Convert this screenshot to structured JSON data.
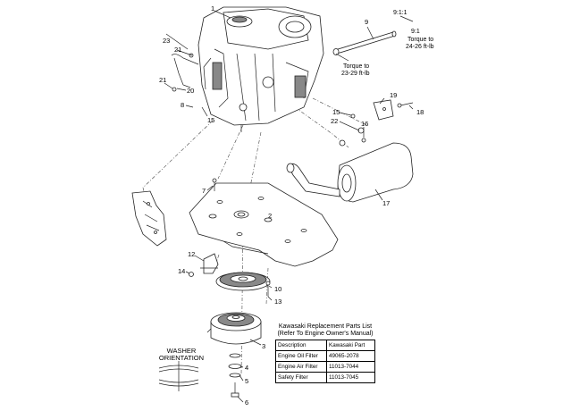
{
  "callouts": [
    "1",
    "2",
    "3",
    "4",
    "5",
    "6",
    "7",
    "8",
    "9",
    "10",
    "12",
    "13",
    "14",
    "15",
    "16",
    "17",
    "18",
    "19",
    "20",
    "21",
    "21",
    "22",
    "23",
    "15"
  ],
  "notes": {
    "ratio_1": "9:1:1",
    "ratio_2": "9:1",
    "torque_upper": [
      "Torque to",
      "24-26 ft-lb"
    ],
    "torque_lower": [
      "Torque to",
      "23-29 ft-lb"
    ]
  },
  "washer": {
    "line1": "WASHER",
    "line2": "ORIENTATION"
  },
  "parts_table": {
    "title_line1": "Kawasaki Replacement Parts List",
    "title_line2": "(Refer To Engine Owner's Manual)",
    "headers": [
      "Description",
      "Kawasaki Part"
    ],
    "rows": [
      [
        "Engine Oil Filter",
        "49065-2078"
      ],
      [
        "Engine Air Filter",
        "11013-7044"
      ],
      [
        "Safety Filter",
        "11013-7045"
      ]
    ]
  },
  "colors": {
    "line": "#222222",
    "shade": "#888888",
    "background": "#ffffff"
  }
}
